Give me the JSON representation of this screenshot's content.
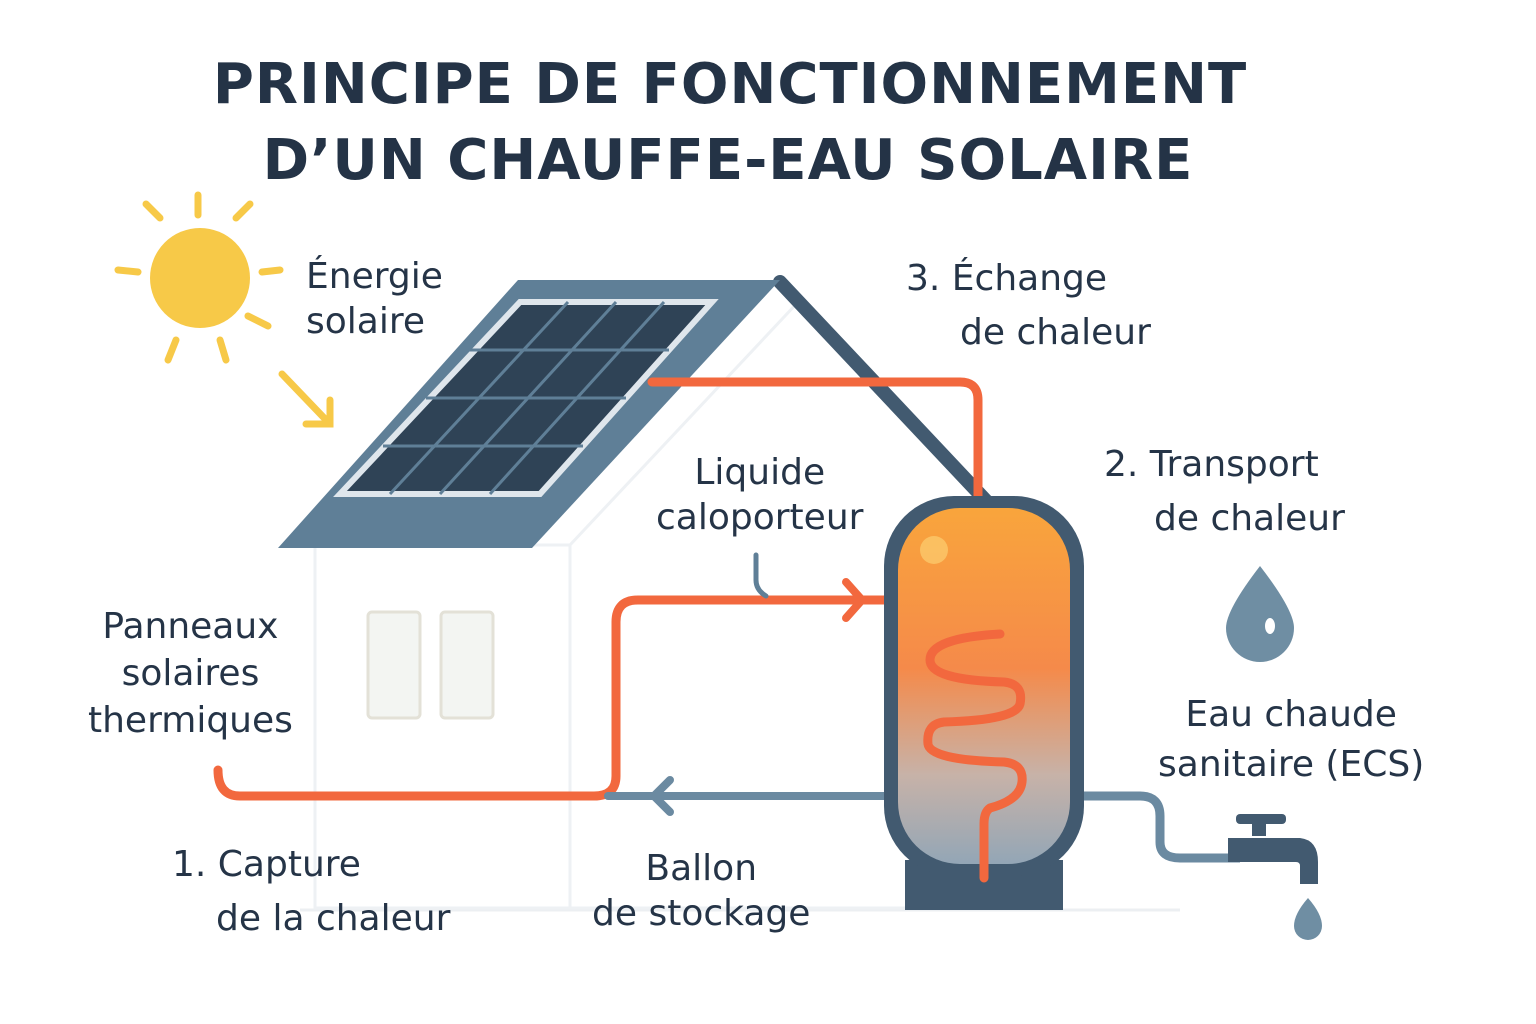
{
  "title": {
    "line1": "PRINCIPE DE FONCTIONNEMENT",
    "line2": "D’UN CHAUFFE-EAU SOLAIRE"
  },
  "labels": {
    "solar_energy": [
      "Énergie",
      "solaire"
    ],
    "exchange": [
      "3. Échange",
      "de chaleur"
    ],
    "transport": [
      "2. Transport",
      "de chaleur"
    ],
    "heat_fluid": [
      "Liquide",
      "caloporteur"
    ],
    "panels": [
      "Panneaux",
      "solaires",
      "thermiques"
    ],
    "hot_water": [
      "Eau chaude",
      "sanitaire (ECS)"
    ],
    "capture": [
      "1. Capture",
      "de la chaleur"
    ],
    "tank": [
      "Ballon",
      "de stockage"
    ]
  },
  "icons": [
    "sun-icon",
    "arrow-down-right-icon",
    "water-drop-icon",
    "faucet-icon"
  ],
  "colors": {
    "title": "#243346",
    "roof": "#5f7f97",
    "panel": "#2f4356",
    "sun": "#f7c948",
    "hot_pipe": "#f2683e",
    "cold_pipe": "#6b8aa1",
    "tank_hot": "#f7a03c",
    "tank_cool": "#8ea3b4",
    "tank_frame": "#425a70",
    "water": "#6f8ea3"
  }
}
